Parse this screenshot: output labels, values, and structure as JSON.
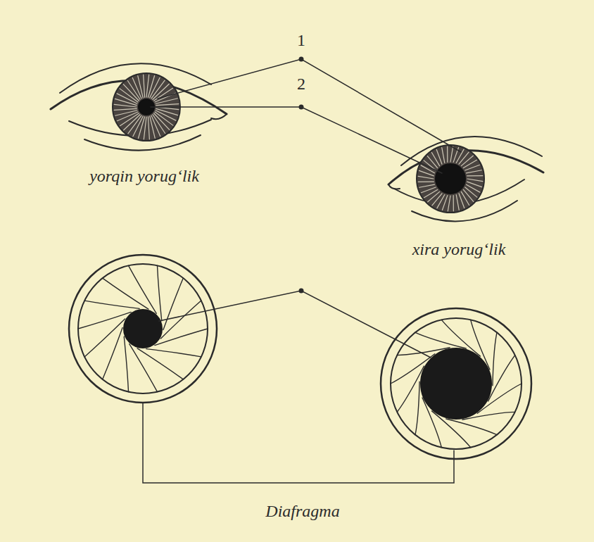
{
  "diagram": {
    "labels": [
      "1",
      "2",
      "yorqin yorug‘lik",
      "xira yorug‘lik",
      "Diafragma"
    ]
  }
}
